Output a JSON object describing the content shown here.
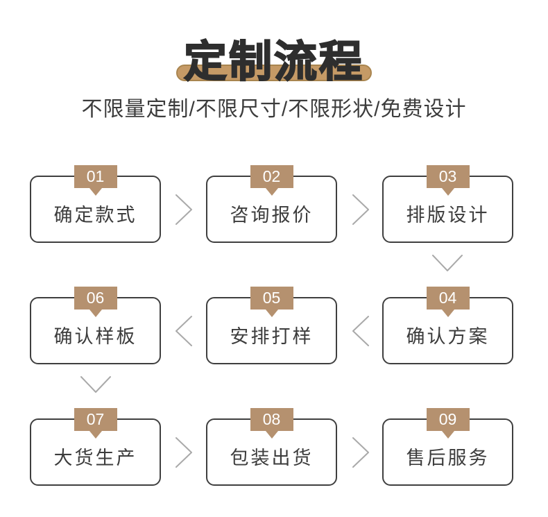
{
  "header": {
    "title": "定制流程",
    "subtitle": "不限量定制/不限尺寸/不限形状/免费设计"
  },
  "steps": [
    {
      "number": "01",
      "label": "确定款式"
    },
    {
      "number": "02",
      "label": "咨询报价"
    },
    {
      "number": "03",
      "label": "排版设计"
    },
    {
      "number": "04",
      "label": "确认方案"
    },
    {
      "number": "05",
      "label": "安排打样"
    },
    {
      "number": "06",
      "label": "确认样板"
    },
    {
      "number": "07",
      "label": "大货生产"
    },
    {
      "number": "08",
      "label": "包装出货"
    },
    {
      "number": "09",
      "label": "售后服务"
    }
  ],
  "colors": {
    "accent": "#b5916f",
    "underline": "#c59a66",
    "underline_edge": "#a9854f",
    "border": "#3f3f3f",
    "arrow": "#a9a9a9",
    "text": "#3c3c3c",
    "title": "#2e2e2e",
    "background": "#ffffff"
  }
}
